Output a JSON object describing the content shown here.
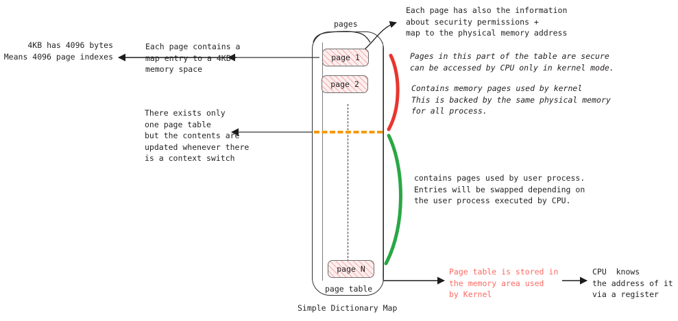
{
  "diagram": {
    "caption": "Simple Dictionary Map",
    "table_label": "page table",
    "pages_label": "pages",
    "pages": [
      {
        "label": "page 1"
      },
      {
        "label": "page 2"
      },
      {
        "label": "page N"
      }
    ],
    "colors": {
      "kernel_bracket": "#e8352e",
      "user_bracket": "#2aa745",
      "context_switch_divider": "#f59a0b",
      "page_fill": "#fdeeee",
      "page_border": "#6d6d6d",
      "red_text": "#fb6a62",
      "text": "#231f20"
    }
  },
  "annotations": {
    "fourkb": "4KB has 4096 bytes\nMeans 4096 page indexes",
    "each_page_contains": "Each page contains a\nmap entry to a 4KB\nmemory space",
    "security_permissions": "Each page has also the information\nabout security permissions +\nmap to the physical memory address",
    "kernel_secure": "Pages in this part of the table are secure\ncan be accessed by CPU only in kernel mode.",
    "kernel_pages": "Contains memory pages used by kernel\nThis is backed by the same physical memory\nfor all process.",
    "context_switch": "There exists only\none page table\nbut the contents are\nupdated whenever there\nis a context switch",
    "user_pages": "contains pages used by user process.\nEntries will be swapped depending on\nthe user process executed by CPU.",
    "stored_in_kernel": "Page table is stored in\nthe memory area used\nby Kernel",
    "cpu_knows": "CPU  knows\nthe address of it\nvia a register"
  }
}
